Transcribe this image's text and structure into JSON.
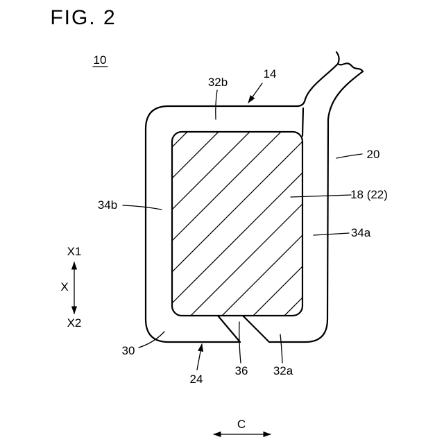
{
  "figure": {
    "title": "FIG. 2"
  },
  "reference_numerals": {
    "ref_10": "10",
    "ref_14": "14",
    "ref_32b": "32b",
    "ref_20": "20",
    "ref_18_22": "18 (22)",
    "ref_34b": "34b",
    "ref_34a": "34a",
    "ref_30": "30",
    "ref_24": "24",
    "ref_36": "36",
    "ref_32a": "32a"
  },
  "direction_labels": {
    "x1": "X1",
    "x": "X",
    "x2": "X2",
    "c": "C"
  }
}
